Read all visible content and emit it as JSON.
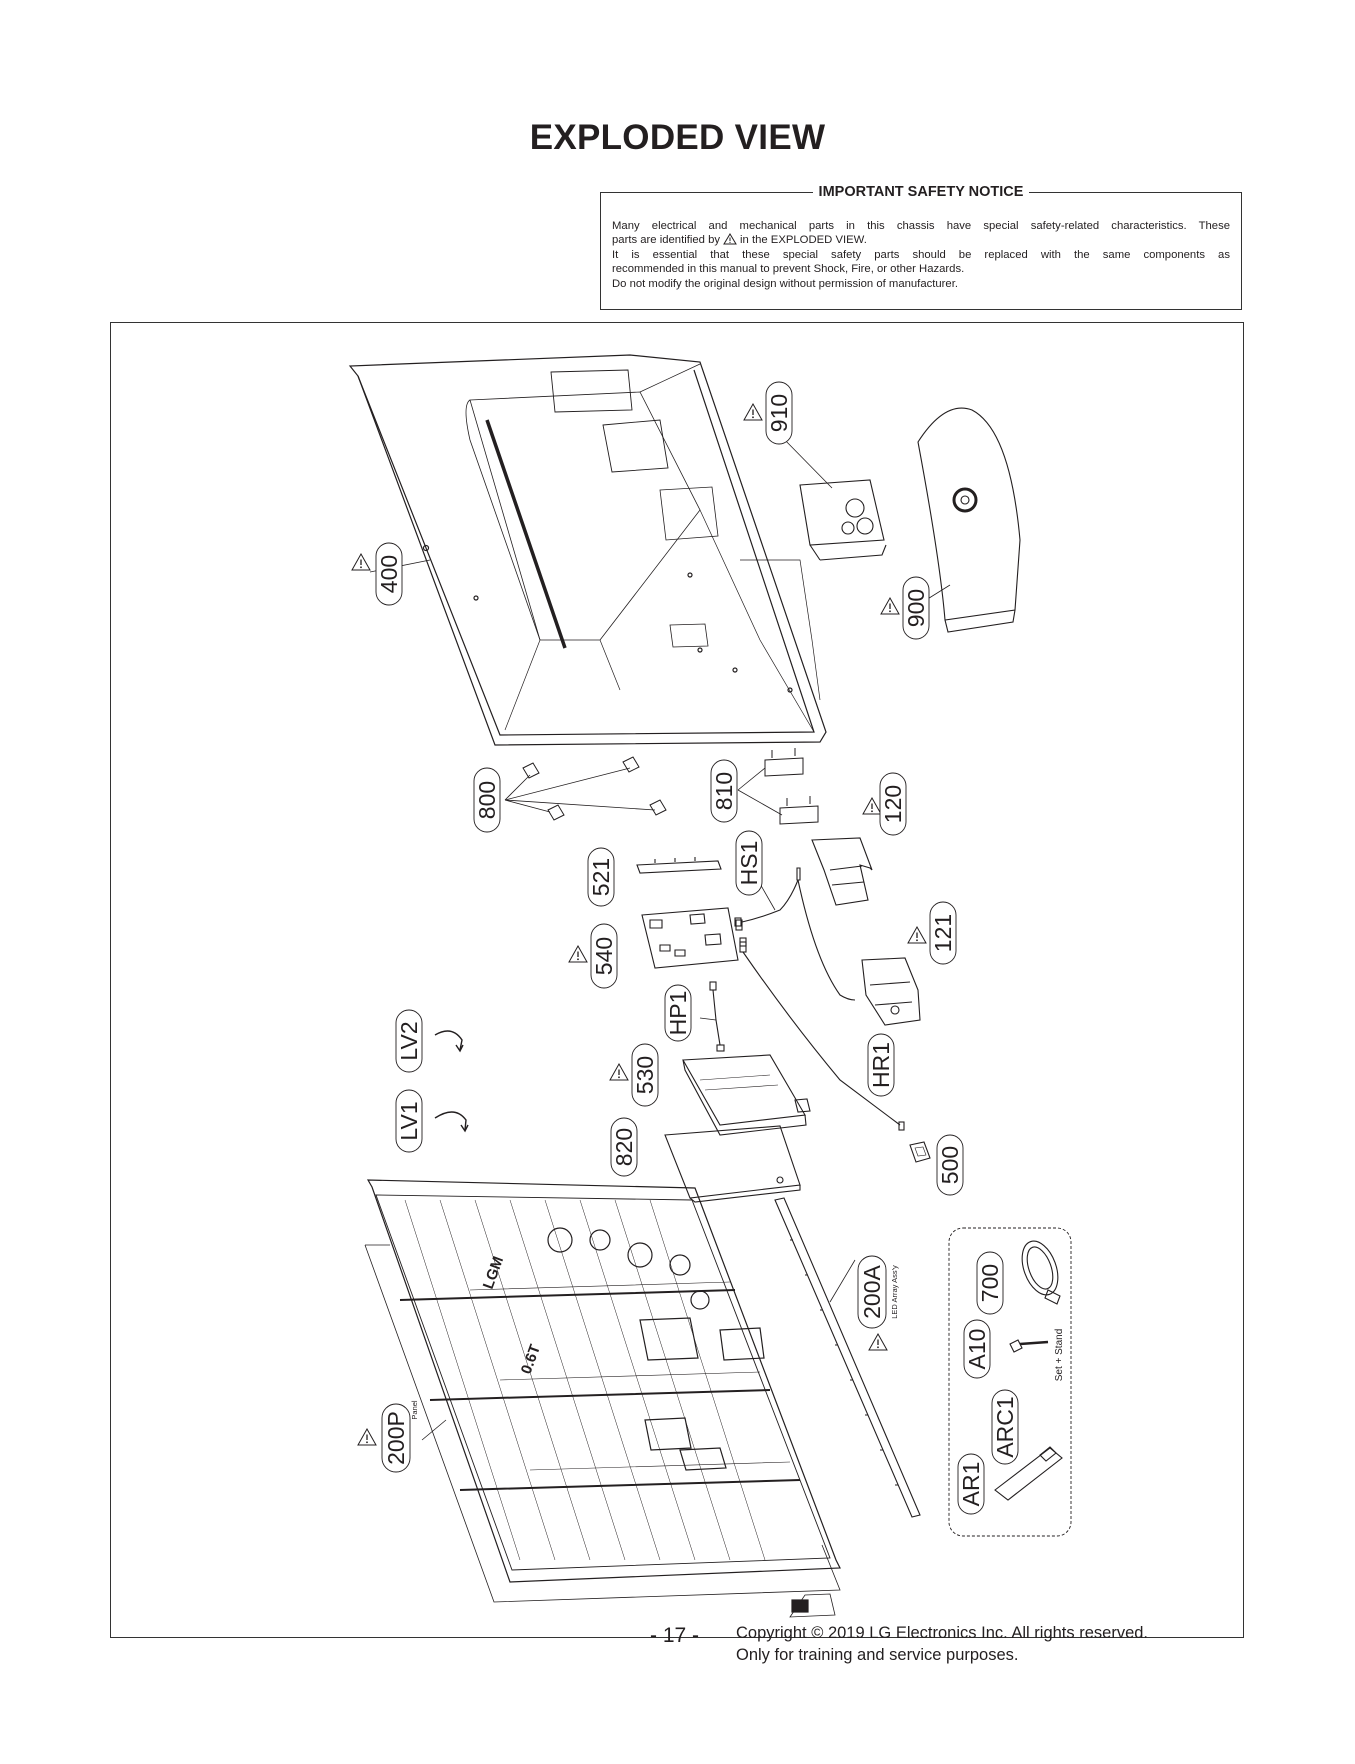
{
  "page_title": "EXPLODED VIEW",
  "notice": {
    "title": "IMPORTANT SAFETY NOTICE",
    "line1": "Many electrical and mechanical parts in this chassis have special safety-related characteristics. These",
    "line2a": "parts are identified by",
    "line2b": "in the EXPLODED VIEW.",
    "line3": "It is essential that these special safety parts should be replaced with the same components as",
    "line4": "recommended in this manual to prevent Shock, Fire, or other Hazards.",
    "line5": "Do not modify the original design without permission of manufacturer.",
    "safety_icon": "warning-triangle-icon"
  },
  "parts": {
    "p910": "910",
    "p900": "900",
    "p400": "400",
    "p800": "800",
    "p810": "810",
    "p120": "120",
    "pHS1": "HS1",
    "p521": "521",
    "p540": "540",
    "p121": "121",
    "pHP1": "HP1",
    "pLV2": "LV2",
    "pLV1": "LV1",
    "p530": "530",
    "pHR1": "HR1",
    "p820": "820",
    "p500": "500",
    "p200A": "200A",
    "p200A_sub": "LED Array Ass'y",
    "p700": "700",
    "pA10": "A10",
    "pARC1": "ARC1",
    "pAR1": "AR1",
    "p200P": "200P",
    "p200P_sub": "Panel",
    "accessory_group": "Set + Stand"
  },
  "panel_text": {
    "lgm": "LGM",
    "size": "0.6T"
  },
  "footer": {
    "page_number": "- 17 -",
    "copyright": "Copyright © 2019 LG Electronics Inc. All rights reserved.",
    "usage": "Only for training and service purposes."
  }
}
